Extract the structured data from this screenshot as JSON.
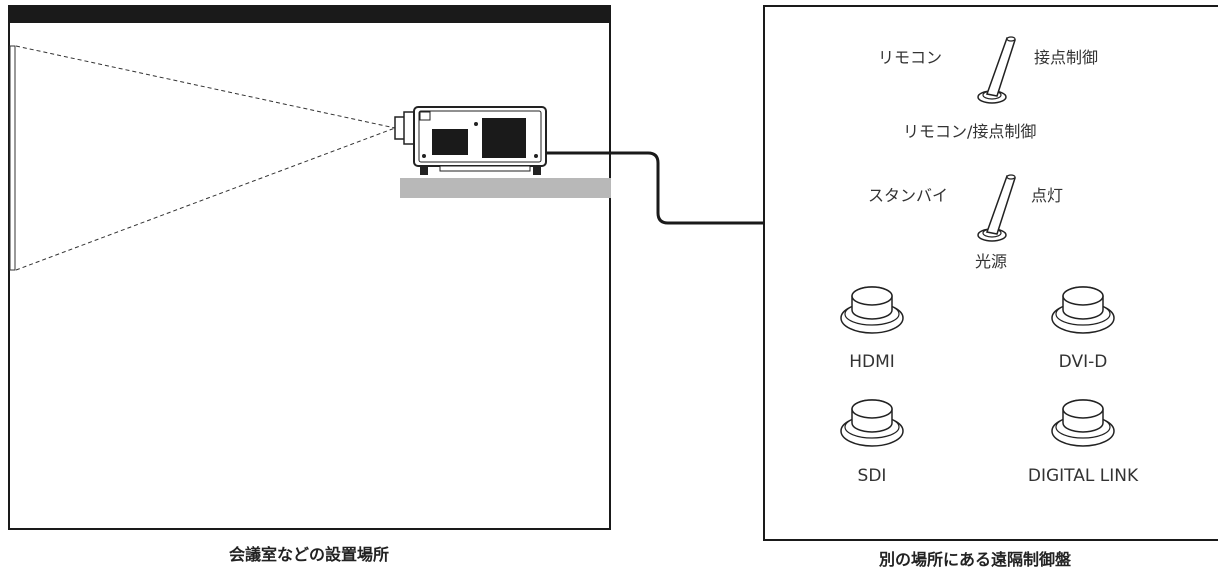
{
  "captions": {
    "install_site": "会議室などの設置場所",
    "control_panel": "別の場所にある遠隔制御盤"
  },
  "switch_remote_contact": {
    "left": "リモコン",
    "right": "接点制御",
    "name": "リモコン/接点制御"
  },
  "switch_light_source": {
    "left": "スタンバイ",
    "right": "点灯",
    "name": "光源"
  },
  "buttons": [
    "HDMI",
    "DVI-D",
    "SDI",
    "DIGITAL LINK"
  ],
  "colors": {
    "line": "#1a1a1a",
    "shelf": "#b8b8b8"
  }
}
